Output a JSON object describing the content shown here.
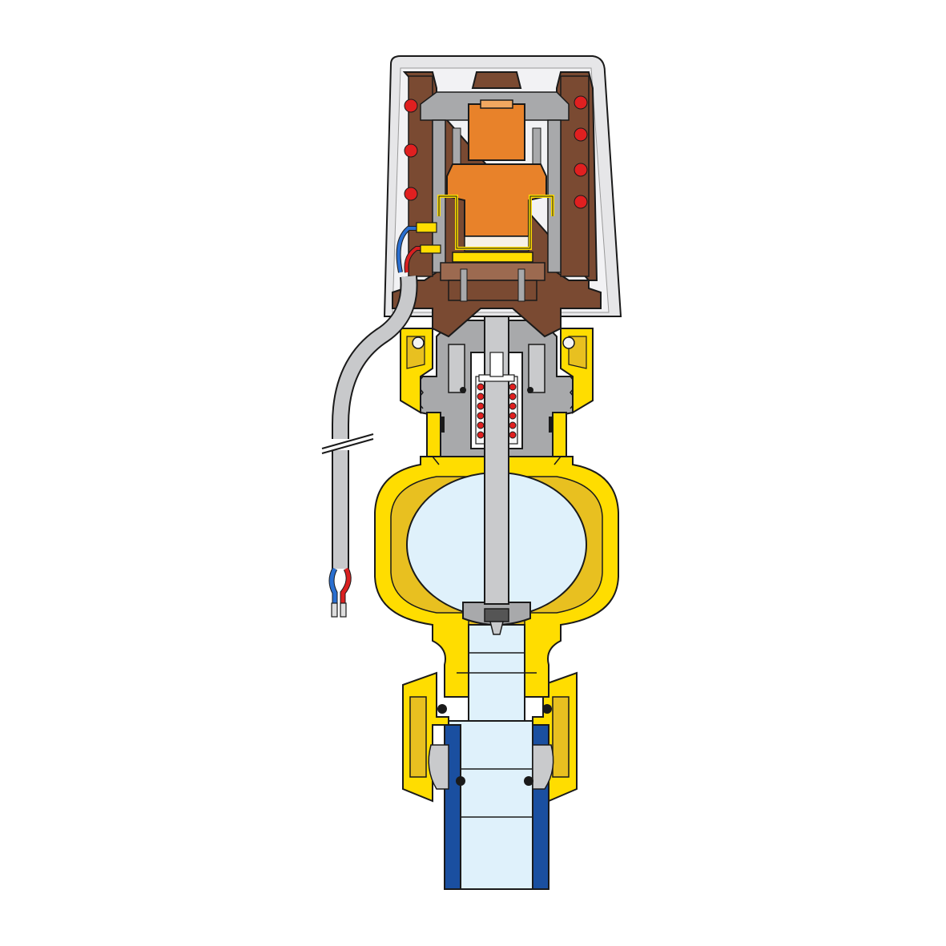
{
  "diagram": {
    "colors": {
      "outline": "#1a1a1a",
      "brass": "#ffdd00",
      "brass_dark": "#e8c020",
      "water": "#dff1fb",
      "actuator_cap": "#e6e6e8",
      "actuator_body": "#7a4a32",
      "heater": "#e8822a",
      "heater_light": "#f2a860",
      "gray": "#a8a9ab",
      "gray_light": "#c9cacc",
      "spring": "#e02020",
      "pipe_blue": "#1a4fa0",
      "wire_red": "#d92020",
      "wire_blue": "#2a6fd0"
    },
    "parts": [
      "actuator-cap",
      "actuator-body",
      "thermal-element",
      "connection-cable",
      "valve-stem",
      "return-spring",
      "valve-insert",
      "valve-body",
      "valve-chamber",
      "valve-disc",
      "union-nut",
      "pipe"
    ]
  }
}
